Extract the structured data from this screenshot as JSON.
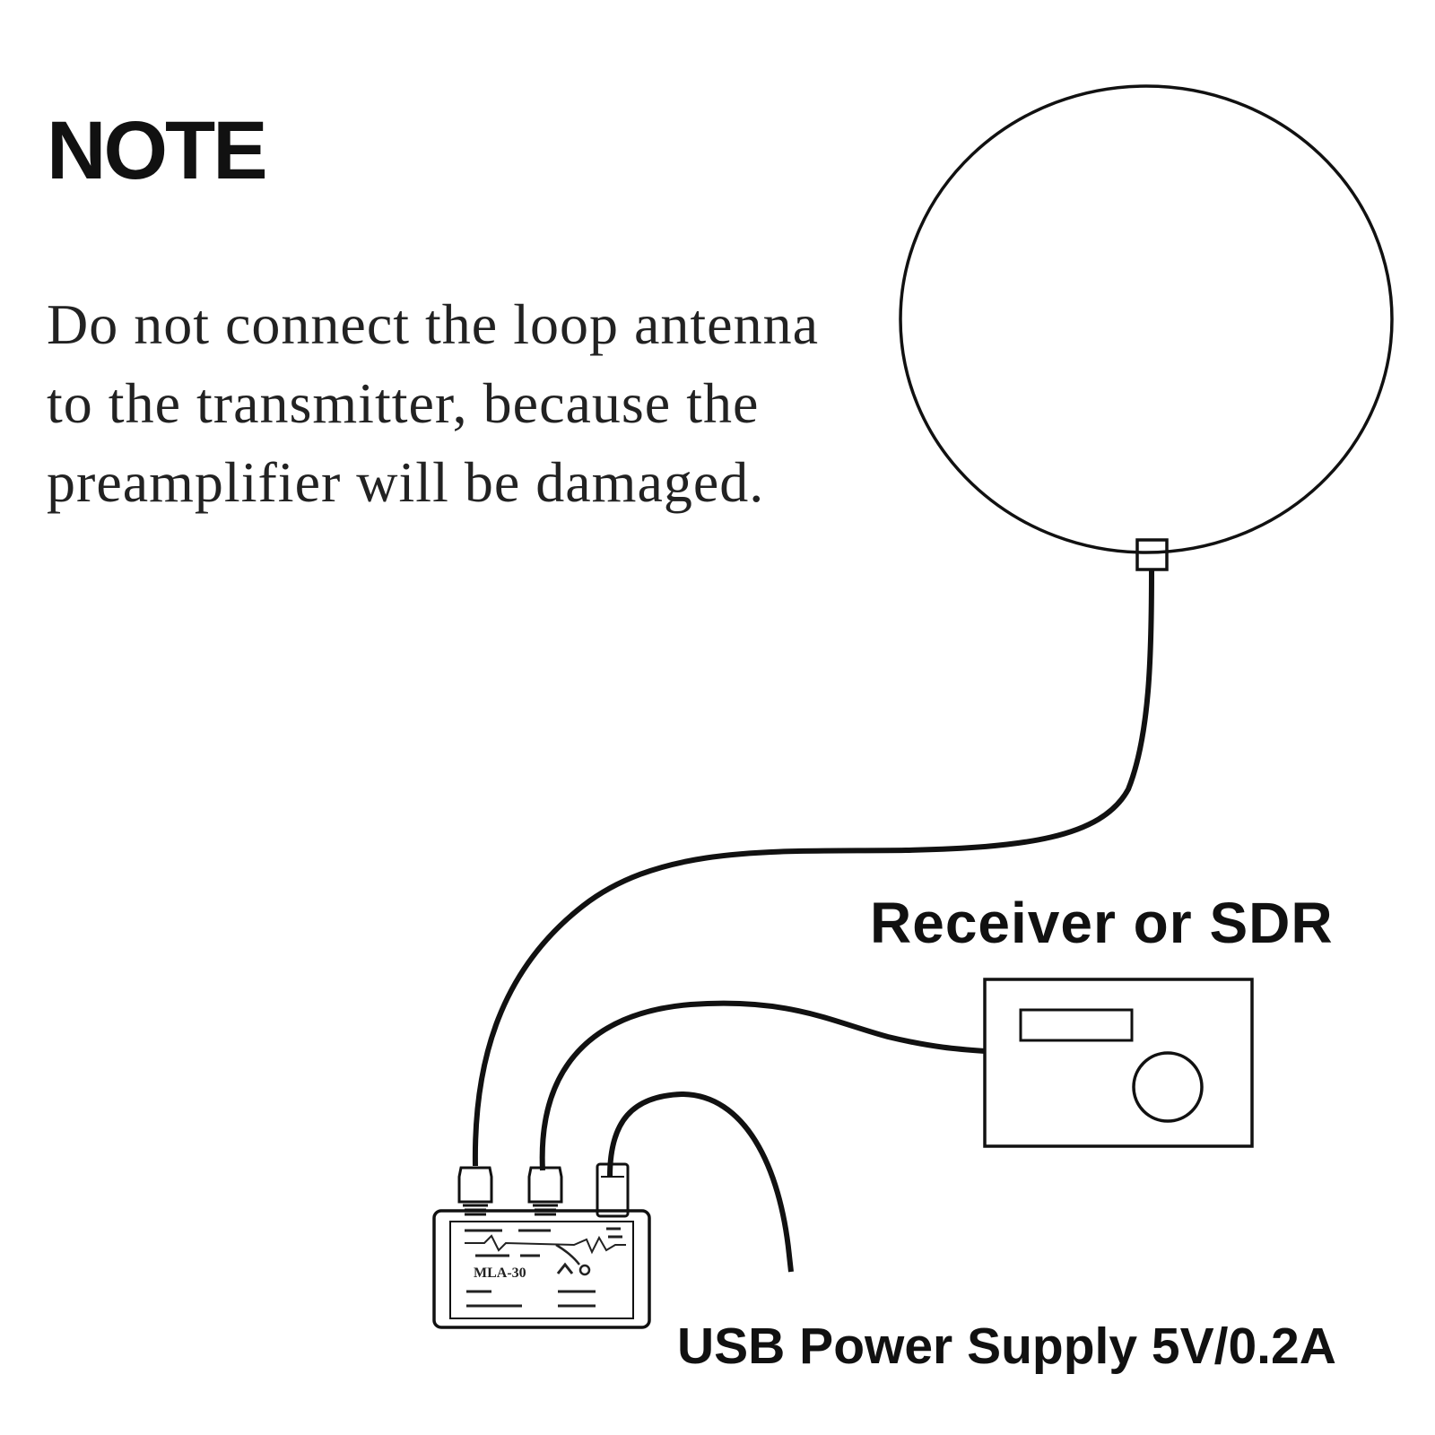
{
  "note": {
    "title": "NOTE",
    "lines": [
      "Do not connect the loop antenna",
      "to the transmitter, because the",
      "preamplifier will be damaged."
    ]
  },
  "labels": {
    "receiver": "Receiver or SDR",
    "usb_power": "USB Power Supply 5V/0.2A"
  },
  "device": {
    "model": "MLA-30"
  }
}
